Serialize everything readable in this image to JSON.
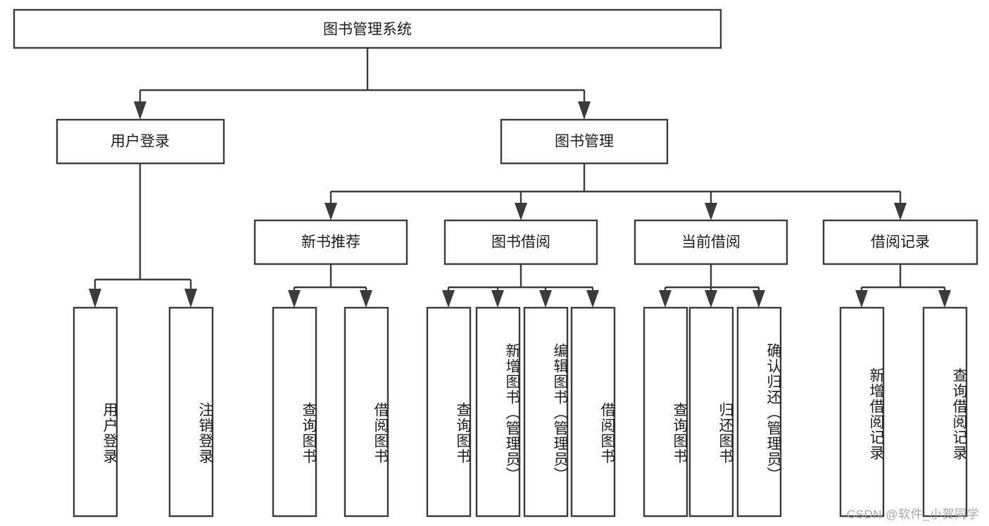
{
  "diagram": {
    "title_node": {
      "label": "图书管理系统"
    },
    "level2": [
      {
        "id": "user-login",
        "label": "用户登录"
      },
      {
        "id": "book-management",
        "label": "图书管理"
      }
    ],
    "level3": [
      {
        "id": "new-book-recommend",
        "label": "新书推荐"
      },
      {
        "id": "book-borrow",
        "label": "图书借阅"
      },
      {
        "id": "current-borrow",
        "label": "当前借阅"
      },
      {
        "id": "borrow-record",
        "label": "借阅记录"
      }
    ],
    "leaves": {
      "user_login": [
        {
          "id": "leaf-user-login",
          "label": "用户登录"
        },
        {
          "id": "leaf-logout-login",
          "label": "注销登录"
        }
      ],
      "new_book_recommend": [
        {
          "id": "leaf-query-book-1",
          "label": "查询图书"
        },
        {
          "id": "leaf-borrow-book-1",
          "label": "借阅图书"
        }
      ],
      "book_borrow": [
        {
          "id": "leaf-query-book-2",
          "label": "查询图书"
        },
        {
          "id": "leaf-add-book",
          "label": "新增图书（管理员）"
        },
        {
          "id": "leaf-edit-book",
          "label": "编辑图书（管理员）"
        },
        {
          "id": "leaf-borrow-book-2",
          "label": "借阅图书"
        }
      ],
      "current_borrow": [
        {
          "id": "leaf-query-book-3",
          "label": "查询图书"
        },
        {
          "id": "leaf-return-book",
          "label": "归还图书"
        },
        {
          "id": "leaf-confirm-return",
          "label": "确认归还（管理员）"
        }
      ],
      "borrow_record": [
        {
          "id": "leaf-add-record",
          "label": "新增借阅记录"
        },
        {
          "id": "leaf-query-record",
          "label": "查询借阅记录"
        }
      ]
    }
  },
  "watermark": {
    "text": "CSDN @软件_小贺同学"
  },
  "colors": {
    "stroke": "#3b3b3b",
    "box_fill": "#ffffff",
    "text": "#1c1c1c",
    "watermark": "#a8a8a8",
    "background": "#ffffff"
  }
}
